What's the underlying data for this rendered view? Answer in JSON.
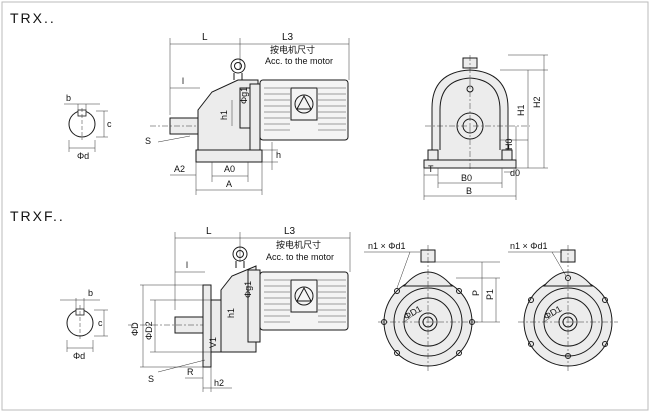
{
  "sections": {
    "trx": {
      "title": "TRX..",
      "shaft_labels": {
        "b": "b",
        "c": "c",
        "d": "Φd"
      },
      "side_labels": {
        "L": "L",
        "L3": "L3",
        "motor_cn": "按电机尺寸",
        "motor_en": "Acc. to the motor",
        "l": "l",
        "S": "S",
        "A2": "A2",
        "A0": "A0",
        "A": "A",
        "h": "h",
        "h1": "h1",
        "g1": "Φg1"
      },
      "front_labels": {
        "H1": "H1",
        "H2": "H2",
        "H0": "H0",
        "T": "T",
        "B0": "B0",
        "B": "B",
        "d0": "d0"
      }
    },
    "trxf": {
      "title": "TRXF..",
      "shaft_labels": {
        "b": "b",
        "c": "c",
        "d": "Φd"
      },
      "side_labels": {
        "L": "L",
        "L3": "L3",
        "motor_cn": "按电机尺寸",
        "motor_en": "Acc. to the motor",
        "l": "l",
        "D": "ΦD",
        "D2": "ΦD2",
        "S": "S",
        "R": "R",
        "h2": "h2",
        "h1": "h1",
        "V1": "V1",
        "g1": "Φg1"
      },
      "flange_labels": {
        "holes": "n1 × Φd1",
        "D1": "ΦD1",
        "P": "P",
        "P1": "P1"
      }
    }
  }
}
